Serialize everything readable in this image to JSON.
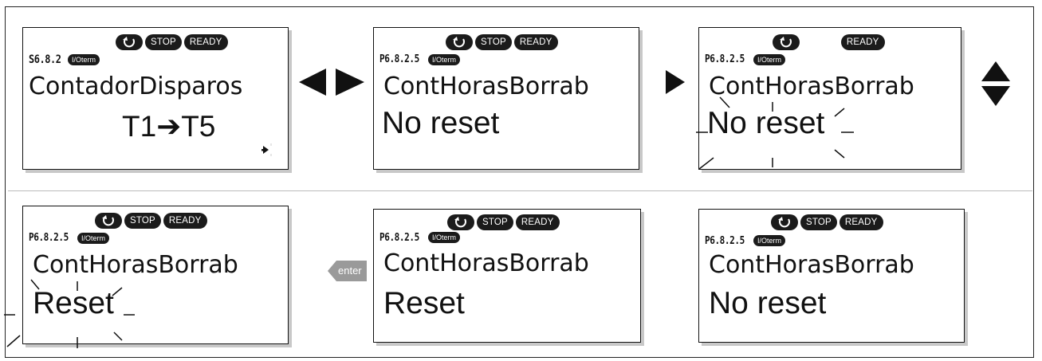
{
  "panels": [
    {
      "status": [
        "STOP",
        "READY"
      ],
      "code": "S6.8.2",
      "io_badge": "I/Oterm",
      "line1": "ContadorDisparos",
      "line2_from": "T1",
      "line2_arrow": "➔",
      "line2_to": "T5"
    },
    {
      "status": [
        "STOP",
        "READY"
      ],
      "code": "P6.8.2.5",
      "io_badge": "I/Oterm",
      "line1": "ContHorasBorrab",
      "line2": "No reset"
    },
    {
      "status": [
        "READY"
      ],
      "code": "P6.8.2.5",
      "io_badge": "I/Oterm",
      "line1": "ContHorasBorrab",
      "line2": "No reset"
    },
    {
      "status": [
        "STOP",
        "READY"
      ],
      "code": "P6.8.2.5",
      "io_badge": "I/Oterm",
      "line1": "ContHorasBorrab",
      "line2": "Reset"
    },
    {
      "status": [
        "STOP",
        "READY"
      ],
      "code": "P6.8.2.5",
      "io_badge": "I/Oterm",
      "line1": "ContHorasBorrab",
      "line2": "Reset"
    },
    {
      "status": [
        "STOP",
        "READY"
      ],
      "code": "P6.8.2.5",
      "io_badge": "I/Oterm",
      "line1": "ContHorasBorrab",
      "line2": "No reset"
    }
  ],
  "keys": {
    "left_right": "left-right-arrows-icon",
    "right": "right-arrow-icon",
    "up_down": "up-down-arrows-icon",
    "enter_label": "enter"
  },
  "colors": {
    "display_ink": "#111111",
    "badge_fill": "#1b1b1b",
    "enter_tag": "#9a9a9a"
  }
}
